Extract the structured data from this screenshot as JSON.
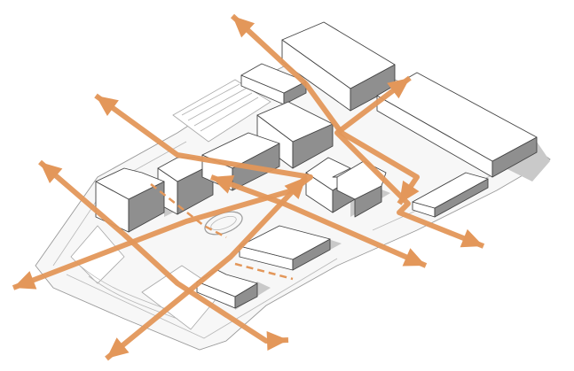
{
  "diagram": {
    "colors": {
      "arrow": "#e3975a",
      "background": "#ffffff",
      "site": "#f7f7f7",
      "building_roof": "#ffffff",
      "building_shade": "#8f8f8f",
      "outline": "#444444"
    },
    "buildings": [
      "west-block",
      "west-center-block",
      "north-bar-block",
      "courtyard-block-north",
      "zigzag-block",
      "south-center-block",
      "south-block",
      "warehouse-north",
      "warehouse-large",
      "east-bar-block"
    ],
    "arrows": [
      "north-axis",
      "northwest-axis",
      "west-axis",
      "east-axis",
      "southeast-axis",
      "south-axis"
    ]
  }
}
